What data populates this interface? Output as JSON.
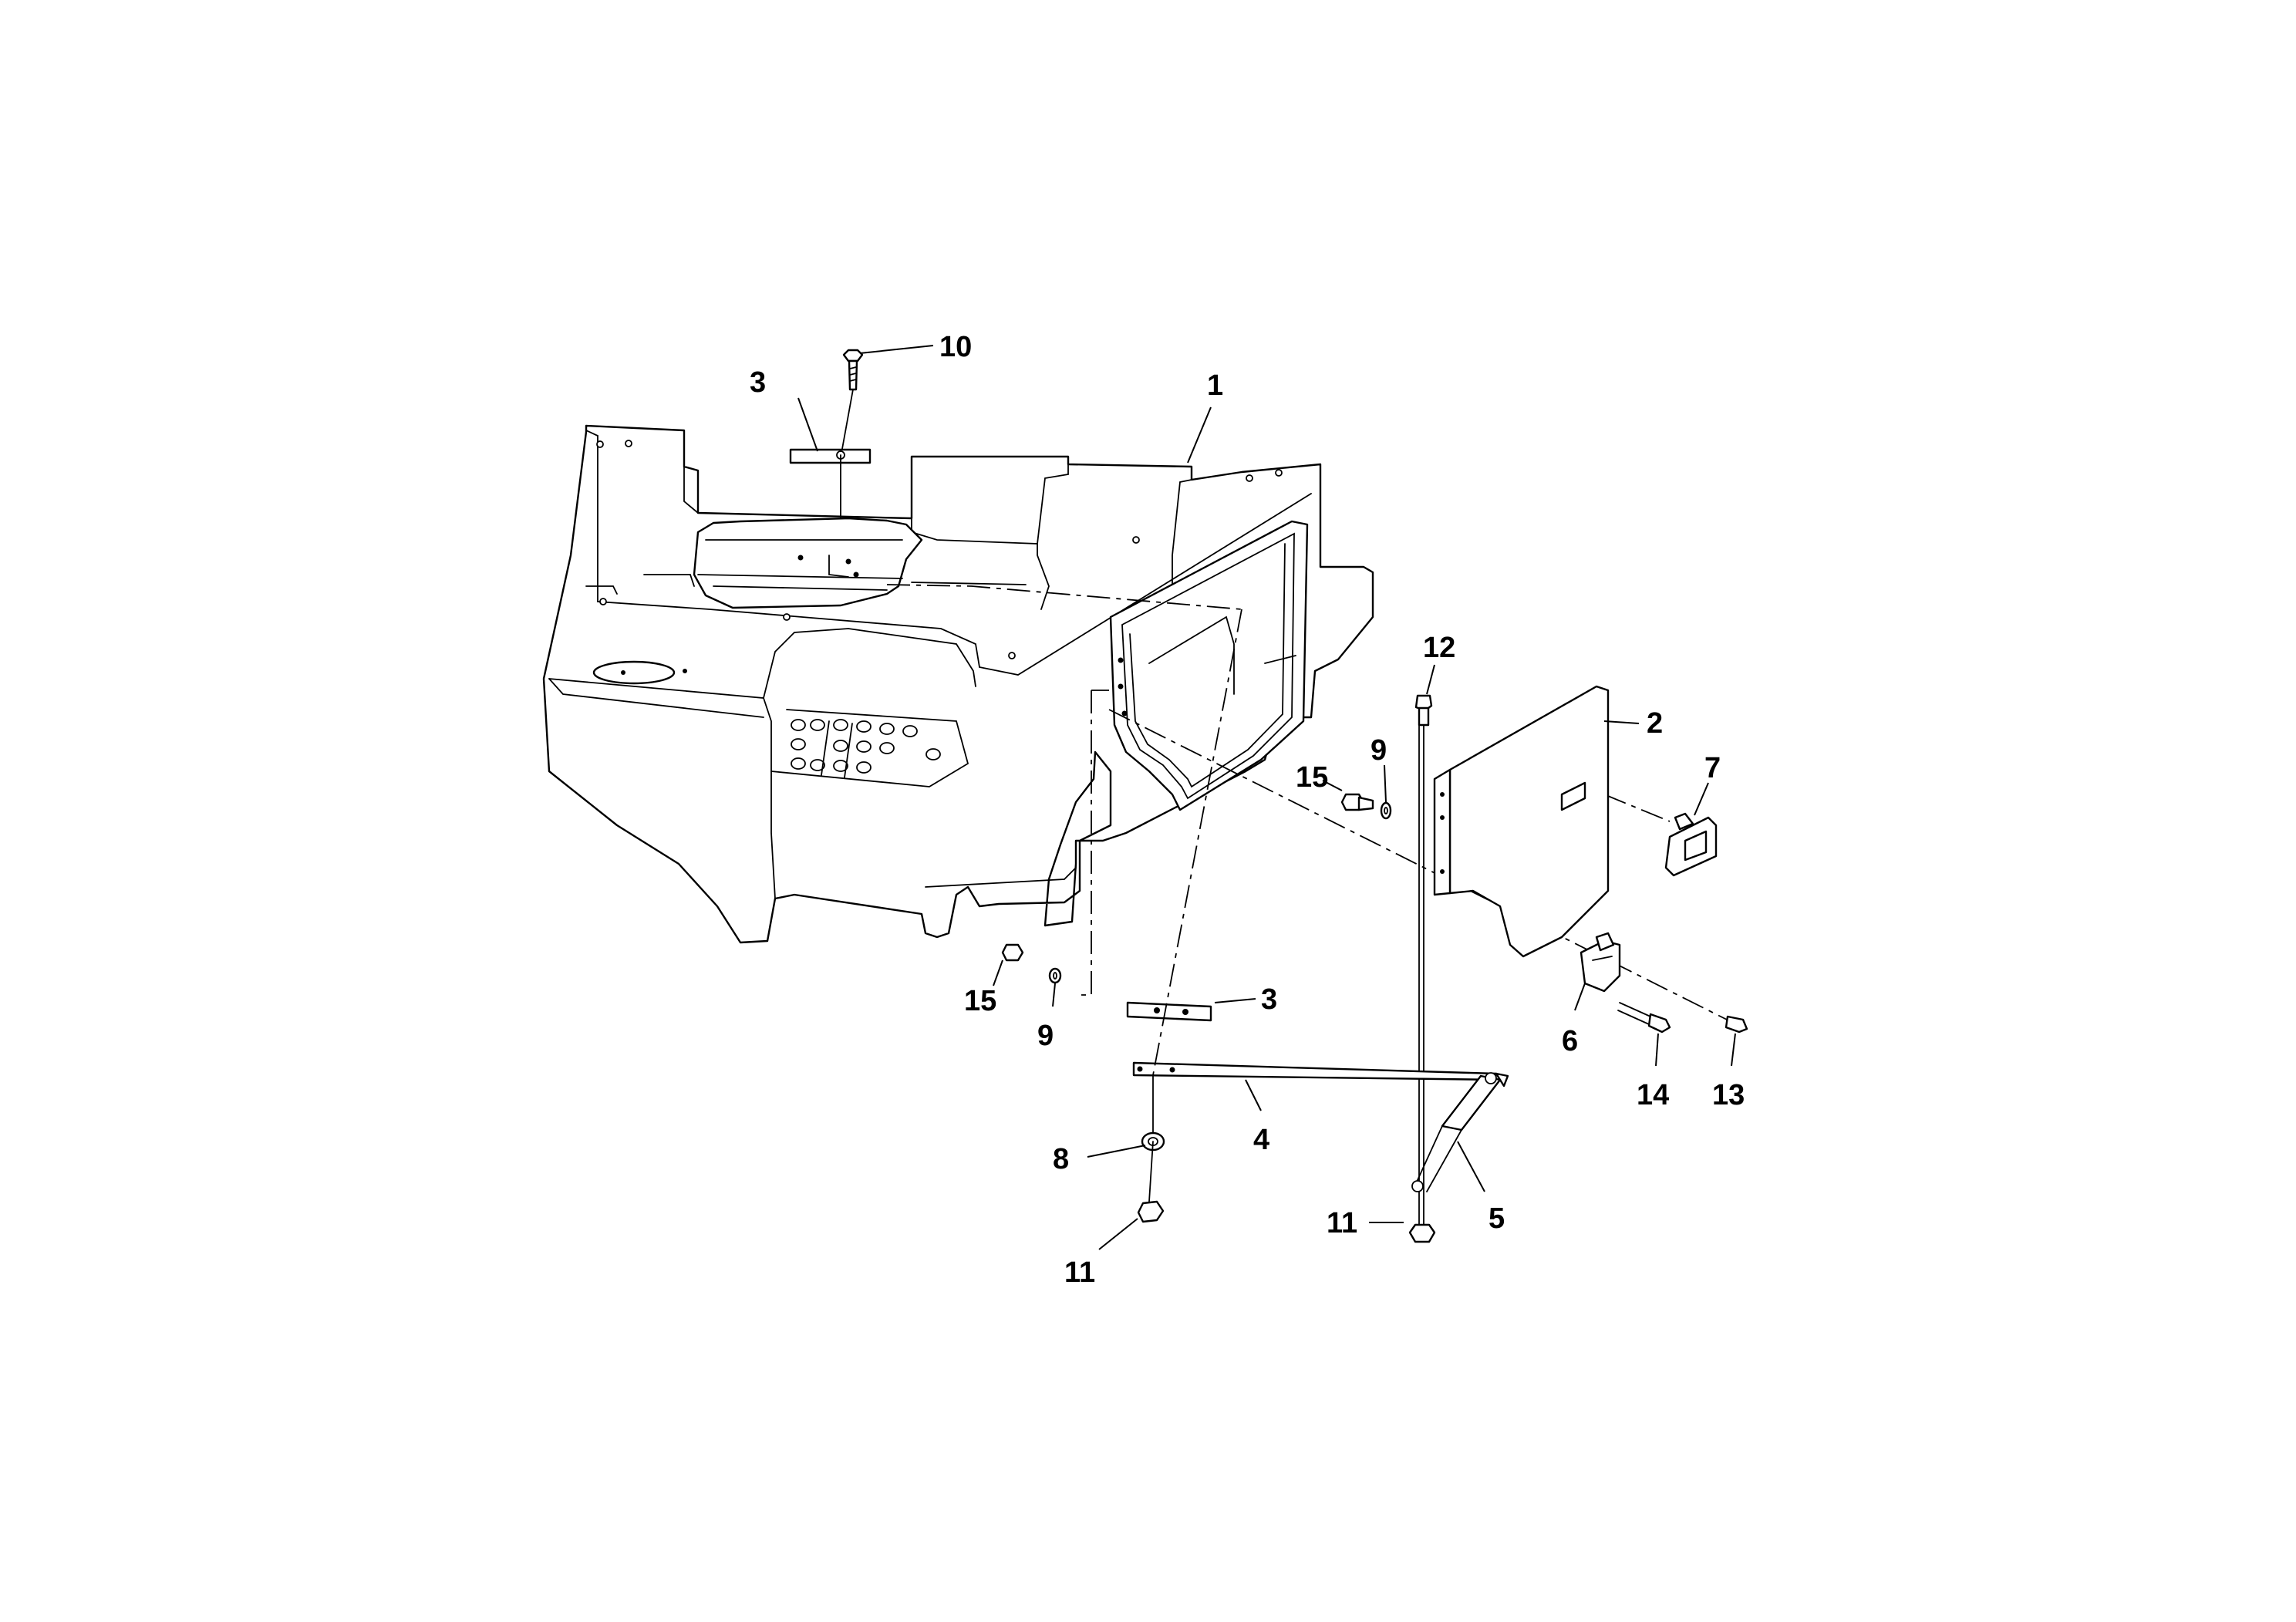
{
  "diagram": {
    "callouts": [
      {
        "id": "c10",
        "text": "10"
      },
      {
        "id": "c3a",
        "text": "3"
      },
      {
        "id": "c1",
        "text": "1"
      },
      {
        "id": "c12",
        "text": "12"
      },
      {
        "id": "c2",
        "text": "2"
      },
      {
        "id": "c9a",
        "text": "9"
      },
      {
        "id": "c15a",
        "text": "15"
      },
      {
        "id": "c7",
        "text": "7"
      },
      {
        "id": "c15b",
        "text": "15"
      },
      {
        "id": "c9b",
        "text": "9"
      },
      {
        "id": "c3b",
        "text": "3"
      },
      {
        "id": "c6",
        "text": "6"
      },
      {
        "id": "c14",
        "text": "14"
      },
      {
        "id": "c13",
        "text": "13"
      },
      {
        "id": "c4",
        "text": "4"
      },
      {
        "id": "c8",
        "text": "8"
      },
      {
        "id": "c5",
        "text": "5"
      },
      {
        "id": "c11a",
        "text": "11"
      },
      {
        "id": "c11b",
        "text": "11"
      }
    ]
  }
}
